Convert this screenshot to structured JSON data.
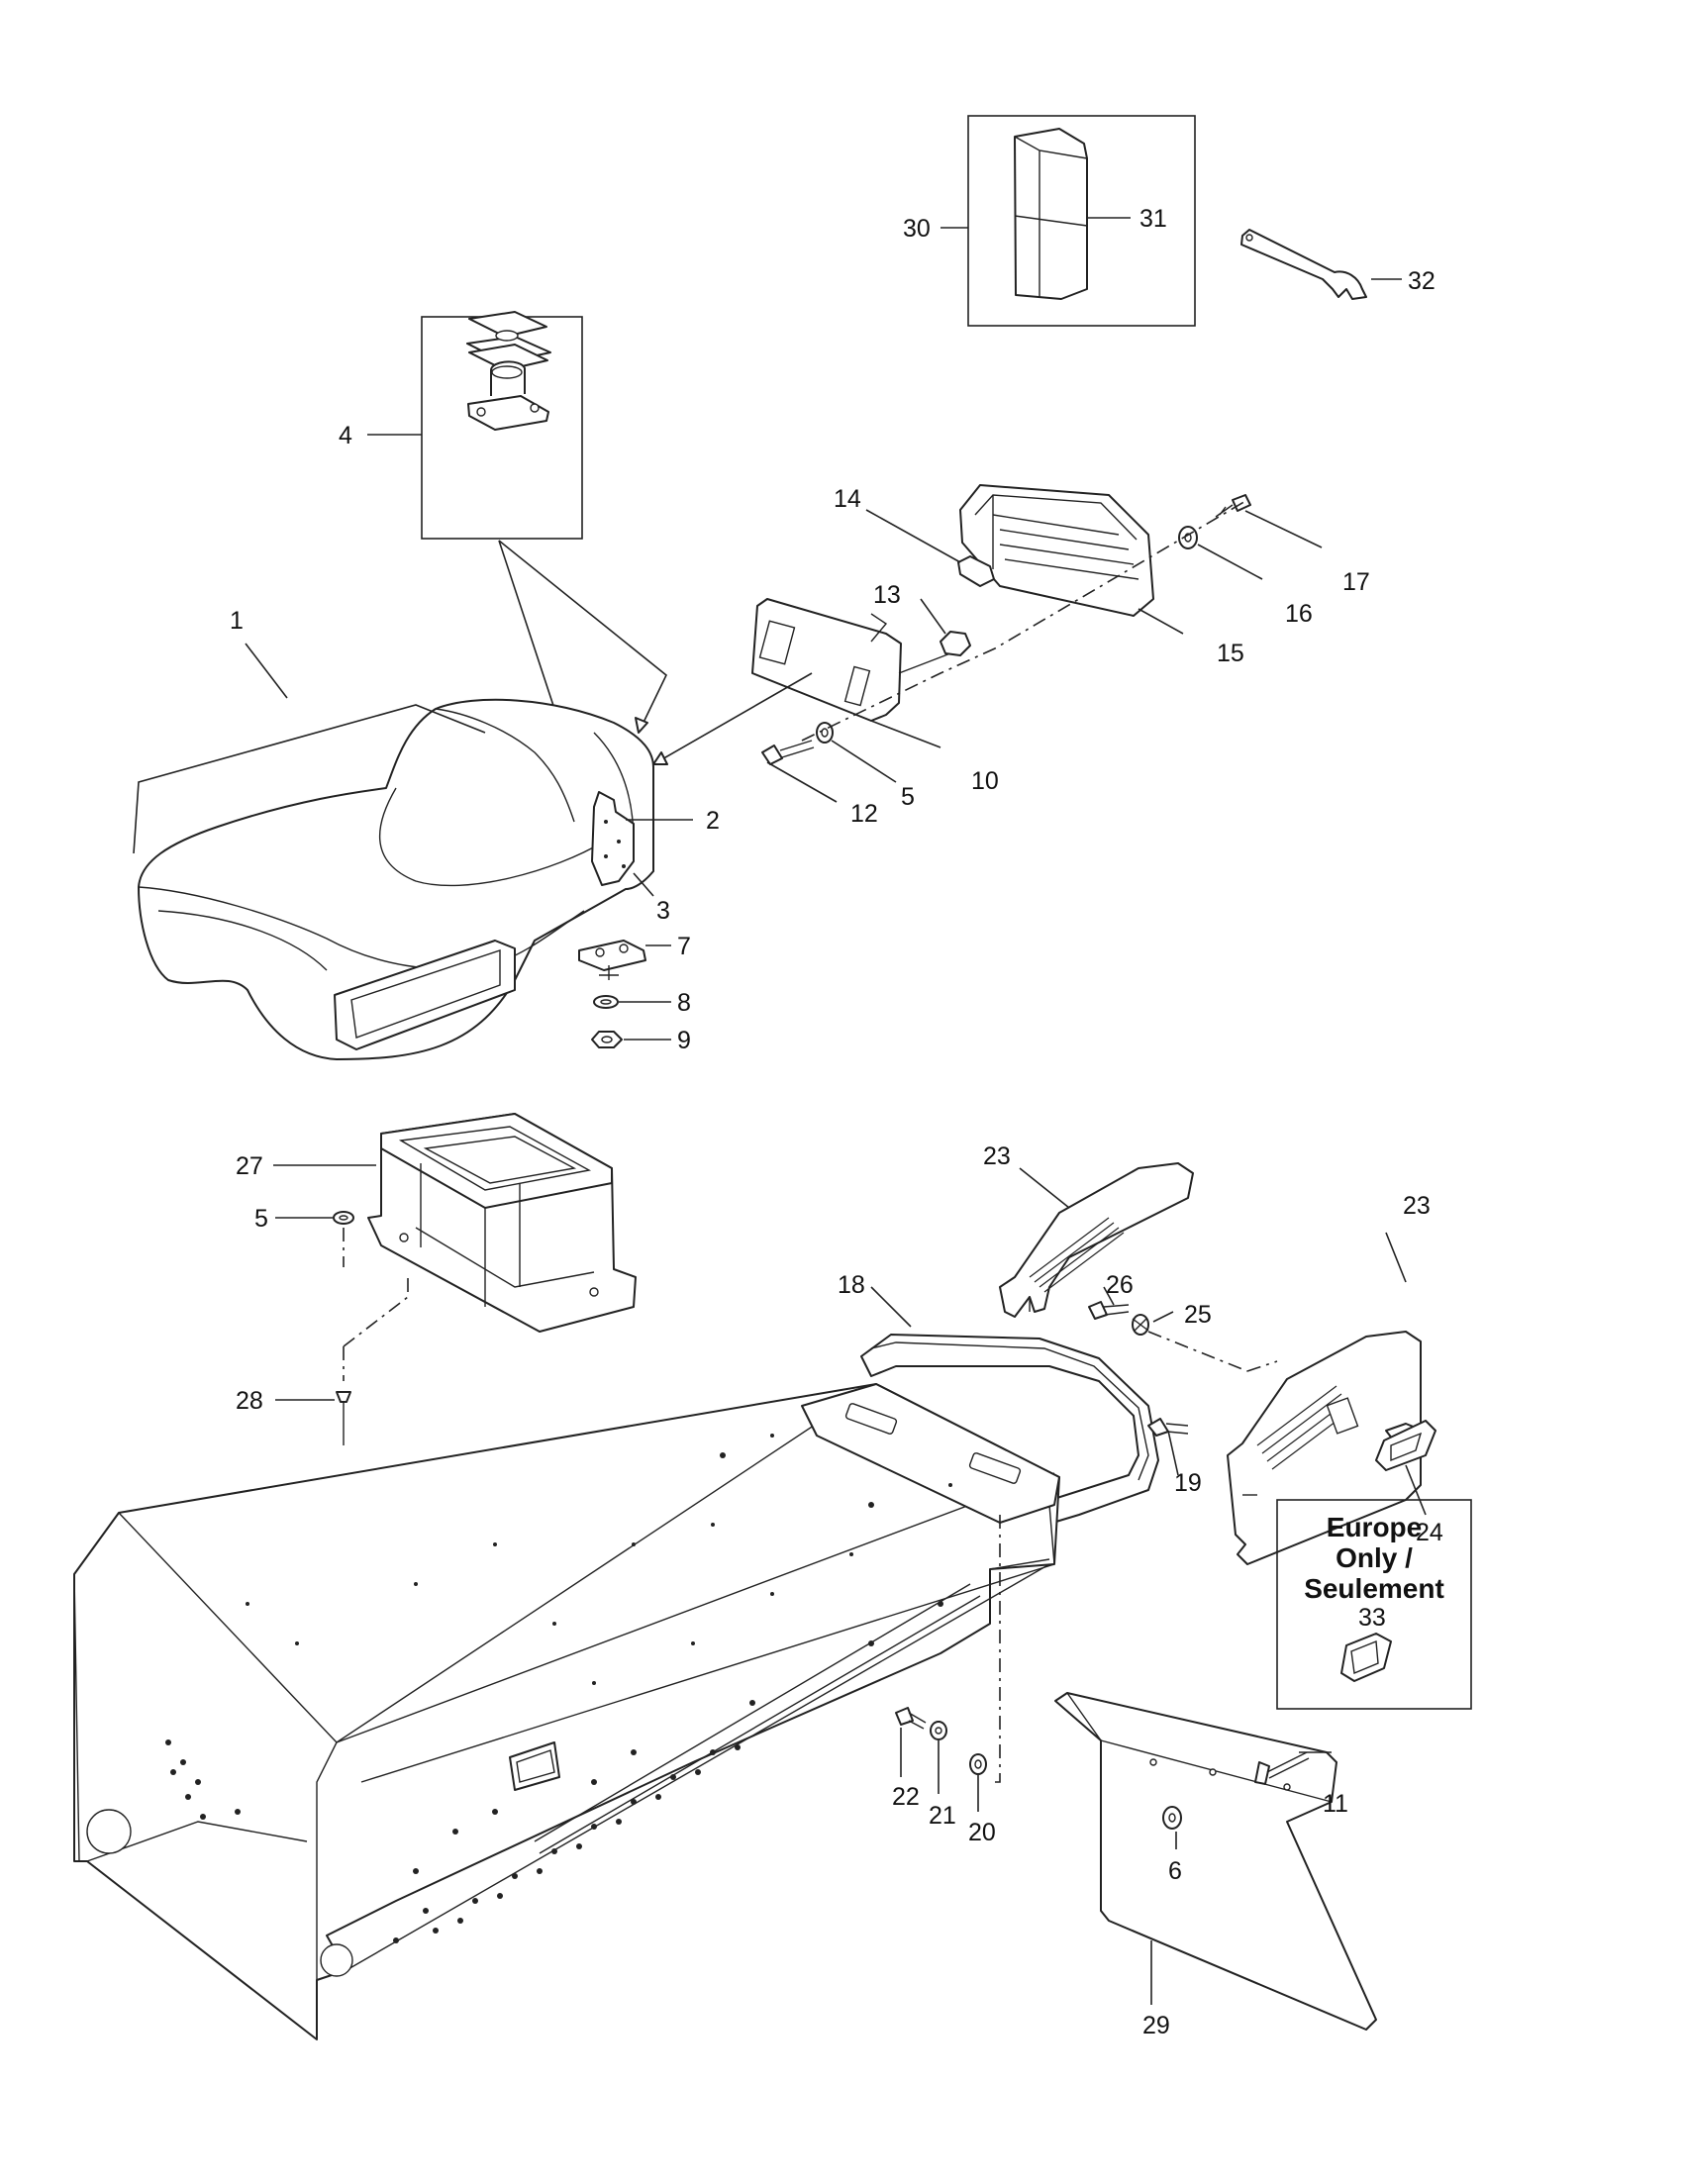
{
  "callouts": {
    "c1": "1",
    "c2": "2",
    "c3": "3",
    "c4": "4",
    "c5a": "5",
    "c5b": "5",
    "c6": "6",
    "c7": "7",
    "c8": "8",
    "c9": "9",
    "c10": "10",
    "c11": "11",
    "c12": "12",
    "c13": "13",
    "c14": "14",
    "c15": "15",
    "c16": "16",
    "c17": "17",
    "c18": "18",
    "c19": "19",
    "c20": "20",
    "c21": "21",
    "c22": "22",
    "c23a": "23",
    "c23b": "23",
    "c24": "24",
    "c25": "25",
    "c26": "26",
    "c27": "27",
    "c28": "28",
    "c29": "29",
    "c30": "30",
    "c31": "31",
    "c32": "32",
    "c33": "33"
  },
  "region_note": {
    "line1": "Europe",
    "line2": "Only /",
    "line3": "Seulement"
  }
}
